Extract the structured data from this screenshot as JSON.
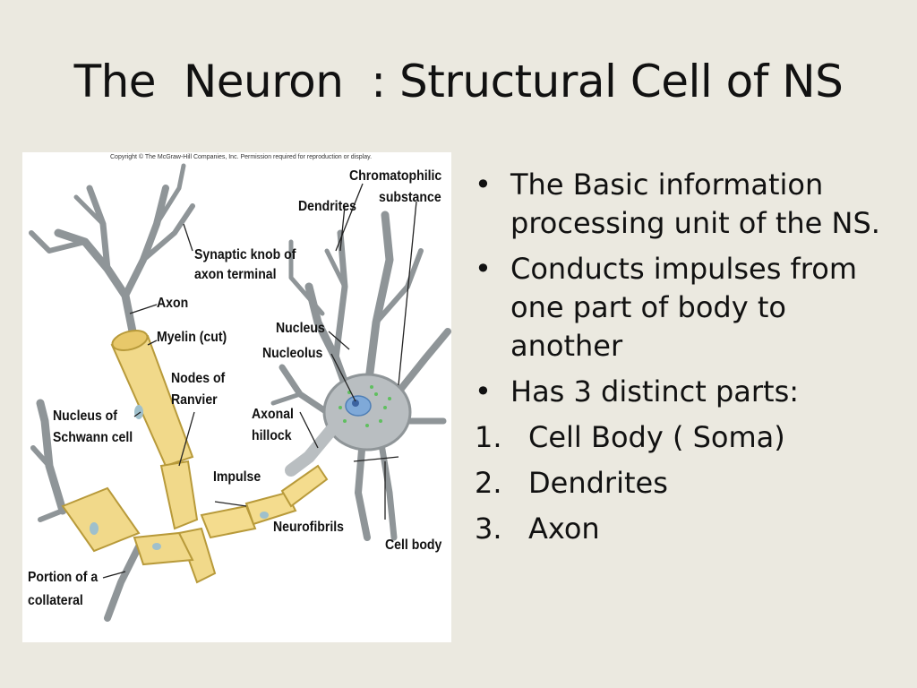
{
  "slide": {
    "title": "The  Neuron  : Structural Cell of NS",
    "bullets": [
      "The Basic information processing unit of the NS.",
      "Conducts impulses from one part of body to another",
      "Has 3 distinct parts:"
    ],
    "numbered": [
      {
        "num": "1.",
        "text": "Cell Body ( Soma)"
      },
      {
        "num": "2.",
        "text": "Dendrites"
      },
      {
        "num": "3.",
        "text": "Axon"
      }
    ]
  },
  "figure": {
    "copyright": "Copyright © The McGraw-Hill Companies, Inc. Permission required for reproduction or display.",
    "labels": {
      "chromatophilic": "Chromatophilic",
      "substance": "substance",
      "dendrites": "Dendrites",
      "synaptic1": "Synaptic knob of",
      "synaptic2": "axon terminal",
      "axon": "Axon",
      "myelin": "Myelin (cut)",
      "nucleus": "Nucleus",
      "nucleolus": "Nucleolus",
      "nodes1": "Nodes of",
      "nodes2": "Ranvier",
      "schwann1": "Nucleus of",
      "schwann2": "Schwann cell",
      "axonal1": "Axonal",
      "axonal2": "hillock",
      "impulse": "Impulse",
      "neurofibrils": "Neurofibrils",
      "cellbody": "Cell body",
      "portion1": "Portion of a",
      "portion2": "collateral"
    }
  }
}
